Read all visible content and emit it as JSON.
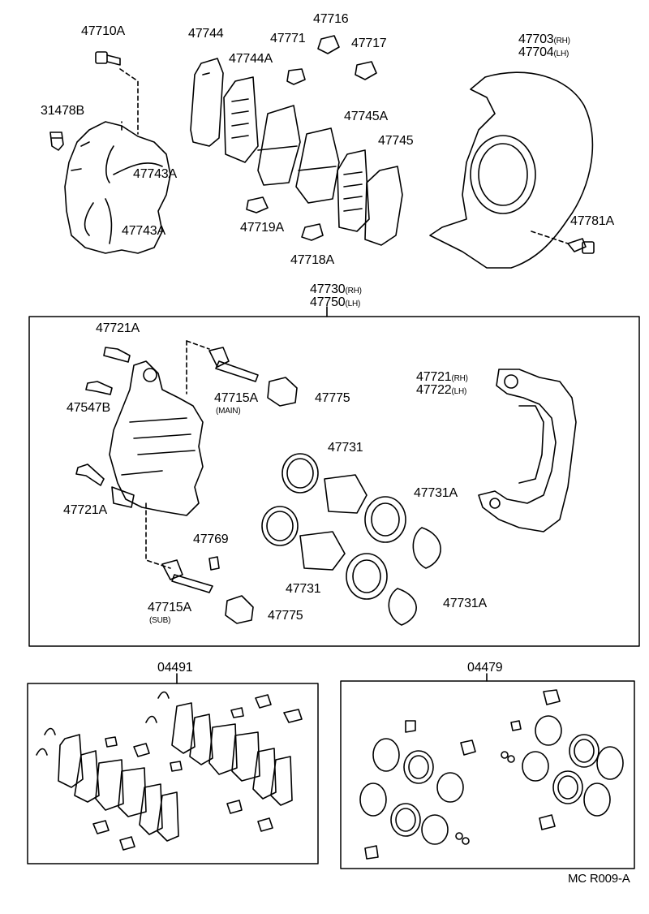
{
  "labels": {
    "p47710A": "47710A",
    "p31478B": "31478B",
    "p47744": "47744",
    "p47744A": "47744A",
    "p47771": "47771",
    "p47716": "47716",
    "p47717": "47717",
    "p47745A": "47745A",
    "p47745": "47745",
    "p47743A_1": "47743A",
    "p47743A_2": "47743A",
    "p47719A": "47719A",
    "p47718A": "47718A",
    "p47703": "47703",
    "p47703_side": "(RH)",
    "p47704": "47704",
    "p47704_side": "(LH)",
    "p47781A": "47781A",
    "p47730": "47730",
    "p47730_side": "(RH)",
    "p47750": "47750",
    "p47750_side": "(LH)",
    "p47721A_1": "47721A",
    "p47547B": "47547B",
    "p47721A_2": "47721A",
    "p47715A_main": "47715A",
    "p47715A_main_note": "(MAIN)",
    "p47775_1": "47775",
    "p47721": "47721",
    "p47721_side": "(RH)",
    "p47722": "47722",
    "p47722_side": "(LH)",
    "p47731_1": "47731",
    "p47731A_1": "47731A",
    "p47769": "47769",
    "p47731_2": "47731",
    "p47731A_2": "47731A",
    "p47715A_sub": "47715A",
    "p47715A_sub_note": "(SUB)",
    "p47775_2": "47775",
    "p04491": "04491",
    "p04479": "04479",
    "ref_code": "MC R009-A"
  }
}
